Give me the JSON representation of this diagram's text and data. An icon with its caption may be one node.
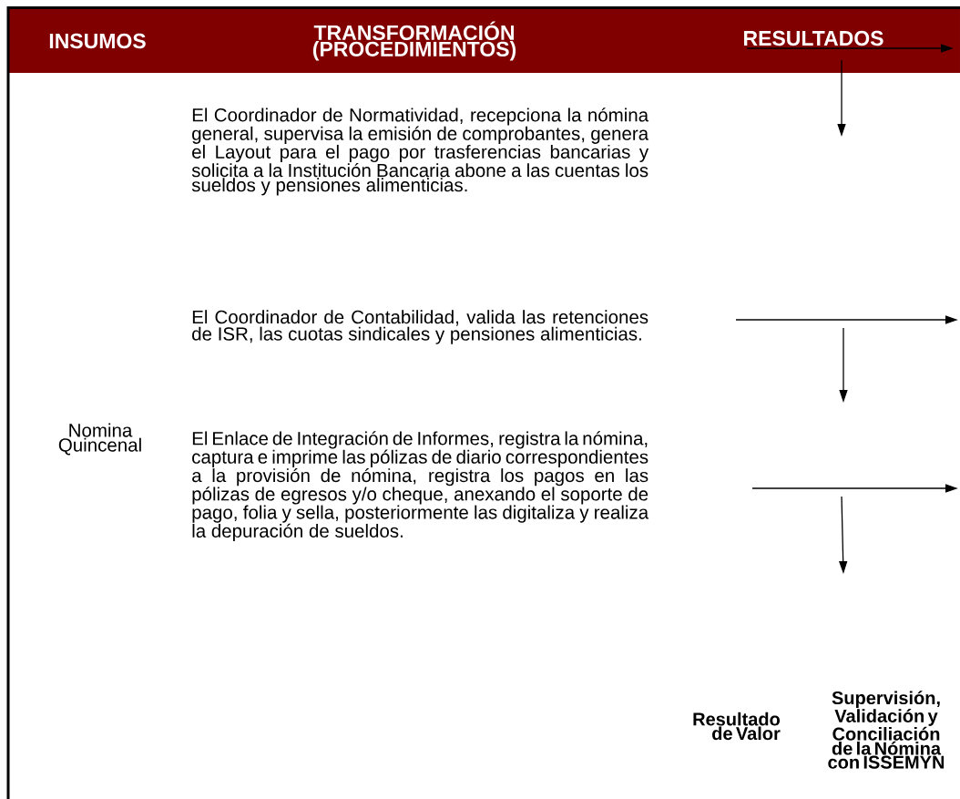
{
  "diagram": {
    "labels": [
      "INSUMOS",
      "TRANSFORMACIÓN (PROCEDIMIENTOS)",
      "RESULTADOS",
      "El Coordinador de Normatividad, recepciona la nómina general, supervisa la emisión de comprobantes, genera el Layout para el pago por trasferencias bancarias y solicita a la Institución Bancaria abone a las cuentas los sueldos y pensiones alimenticias.",
      "El Coordinador de Contabilidad, valida las retenciones de ISR, las cuotas sindicales y pensiones alimenticias.",
      "Nomina Quincenal",
      "El Enlace de Integración de Informes, registra la nómina, captura e imprime las pólizas de diario correspondientes a la provisión de nómina, registra los pagos en las pólizas de egresos y/o cheque, anexando el soporte de pago, folia y sella, posteriormente las digitaliza y realiza la depuración de sueldos.",
      "Supervisión, Validación y Conciliación de la Nómina con ISSEMYN",
      "Resultado de Valor"
    ]
  }
}
